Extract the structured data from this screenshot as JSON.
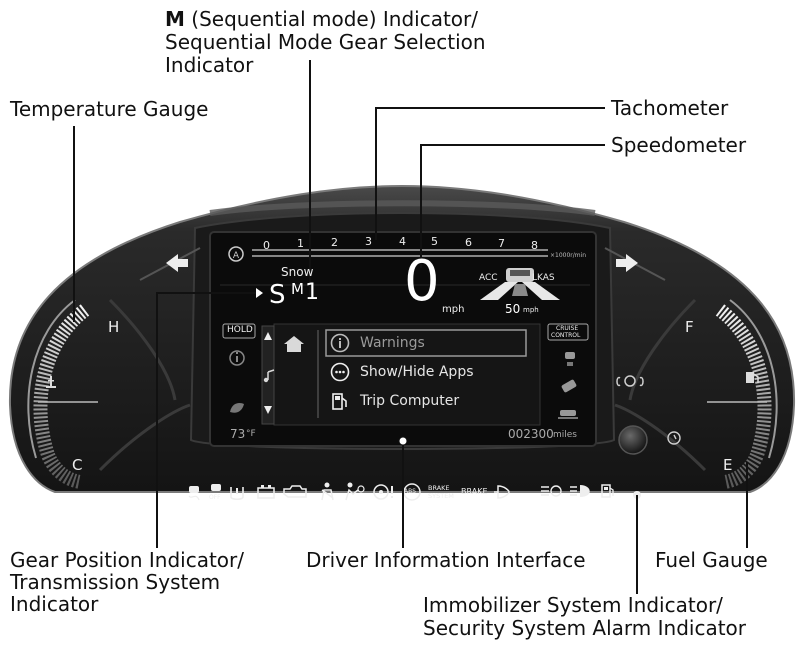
{
  "callouts": {
    "m_indicator_bold": "M",
    "m_indicator_rest": " (Sequential mode) Indicator/",
    "m_indicator_line2": "Sequential Mode Gear Selection",
    "m_indicator_line3": "Indicator",
    "temperature_gauge": "Temperature Gauge",
    "tachometer": "Tachometer",
    "speedometer": "Speedometer",
    "gear_position_line1": "Gear Position Indicator/",
    "gear_position_line2": "Transmission System",
    "gear_position_line3": "Indicator",
    "driver_info": "Driver Information Interface",
    "fuel_gauge": "Fuel Gauge",
    "immobilizer_line1": "Immobilizer System Indicator/",
    "immobilizer_line2": "Security System Alarm Indicator"
  },
  "tachometer": {
    "ticks": [
      "0",
      "1",
      "2",
      "3",
      "4",
      "5",
      "6",
      "7",
      "8"
    ],
    "unit": "×1000r/min"
  },
  "screen": {
    "drive_mode": "Snow",
    "gear_s": "S",
    "gear_m": "M",
    "gear_number": "1",
    "speed": "0",
    "speed_unit": "mph",
    "acc": "ACC",
    "lkas": "LKAS",
    "set_speed": "50",
    "set_speed_unit": "mph",
    "hold": "HOLD",
    "cruise_control_line1": "CRUISE",
    "cruise_control_line2": "CONTROL",
    "outside_temp": "73",
    "outside_temp_unit": "°F",
    "odometer": "002300",
    "odometer_unit": "miles",
    "menu": [
      "Warnings",
      "Show/Hide Apps",
      "Trip Computer"
    ],
    "menu_icons": [
      "info-icon",
      "apps-icon",
      "fuel-pump-icon"
    ],
    "nav_icons": [
      "home-icon",
      "music-icon"
    ]
  },
  "gauges": {
    "temp_high": "H",
    "temp_cold": "C",
    "fuel_full": "F",
    "fuel_empty": "E"
  },
  "telltales": {
    "brake_system": [
      "BRAKE",
      "SYSTEM"
    ],
    "brake": "BRAKE",
    "abs": "ABS",
    "vsa_off": "OFF"
  },
  "colors": {
    "bezel": "#1c1c1c",
    "screen_bg": "#0b0b0b",
    "white_text": "#ffffff",
    "selection_border": "#9a9a9a"
  }
}
